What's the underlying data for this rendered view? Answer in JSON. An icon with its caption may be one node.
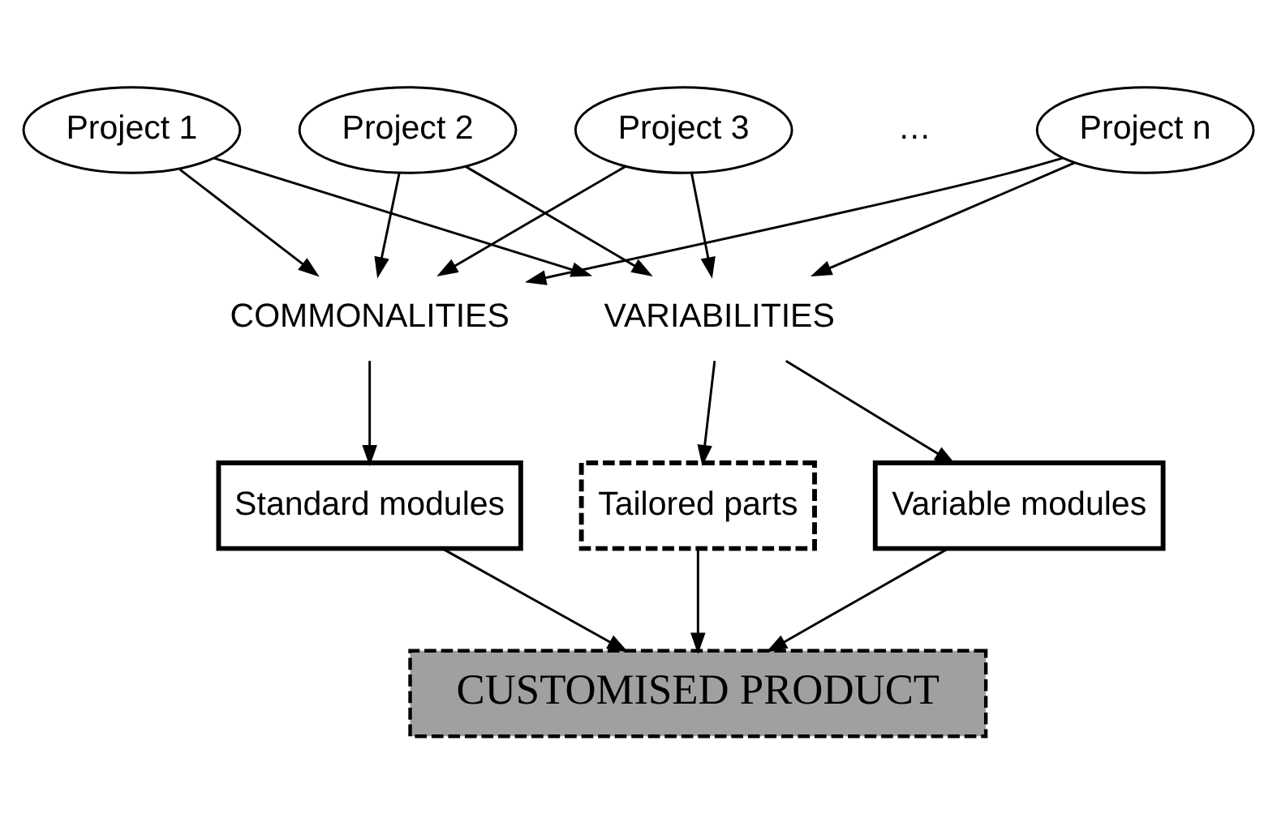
{
  "diagram": {
    "nodes": [
      {
        "text": [
          "Project 1"
        ]
      },
      {
        "text": [
          "Project 2"
        ]
      },
      {
        "text": [
          "Project 3"
        ]
      },
      {
        "text": [
          "Project n"
        ]
      },
      {
        "text": [
          "COMMONALITIES"
        ]
      },
      {
        "text": [
          "VARIABILITIES"
        ]
      },
      {
        "text": [
          "Standard modules"
        ]
      },
      {
        "text": [
          "Variable modules"
        ]
      },
      {
        "text": [
          "Tailored parts"
        ]
      },
      {
        "text": [
          "CUSTOMISED PRODUCT"
        ]
      }
    ],
    "edges": [
      {
        "from": 0,
        "to": 4,
        "arrow": "to"
      },
      {
        "from": 0,
        "to": 5,
        "arrow": "to"
      },
      {
        "from": 1,
        "to": 4,
        "arrow": "to"
      },
      {
        "from": 1,
        "to": 5,
        "arrow": "to"
      },
      {
        "from": 2,
        "to": 4,
        "arrow": "to"
      },
      {
        "from": 2,
        "to": 5,
        "arrow": "to"
      },
      {
        "from": 3,
        "to": 4,
        "arrow": "to"
      },
      {
        "from": 3,
        "to": 5,
        "arrow": "to"
      },
      {
        "from": 4,
        "to": 6,
        "arrow": "to"
      },
      {
        "from": 5,
        "to": 7,
        "arrow": "to"
      },
      {
        "from": 5,
        "to": 8,
        "arrow": "to"
      },
      {
        "from": 6,
        "to": 9,
        "arrow": "to"
      },
      {
        "from": 7,
        "to": 9,
        "arrow": "to"
      },
      {
        "from": 8,
        "to": 9,
        "arrow": "to"
      }
    ],
    "labels": [
      "…"
    ]
  }
}
